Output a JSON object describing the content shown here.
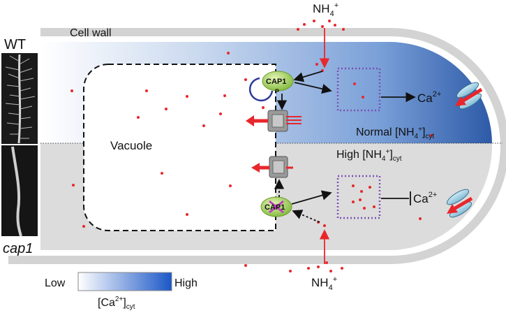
{
  "labels": {
    "wt": "WT",
    "cap1": "cap1",
    "cell_wall": "Cell wall",
    "vacuole": "Vacuole",
    "nh4_top": "NH",
    "nh4_bottom": "NH",
    "nh4_sub": "4",
    "nh4_sup": "+",
    "ca_top": "Ca",
    "ca_bottom": "Ca",
    "ca_sup": "2+",
    "normal": "Normal [NH",
    "high": "High [NH",
    "cyt": "cyt",
    "cap1_protein": "CAP1",
    "p_mark": "P",
    "legend_low": "Low",
    "legend_high": "High",
    "legend_ca": "[Ca",
    "legend_ca_sup": "2+",
    "legend_ca_close": "]",
    "legend_cyt": "cyt"
  },
  "colors": {
    "blue_dark": "#2d5aa8",
    "grey_fill": "#dcdcdc",
    "red": "#e8272b",
    "cap1_green": "#9ccf4a",
    "purple": "#7b4fb5",
    "channel": "#a8d8ec"
  }
}
